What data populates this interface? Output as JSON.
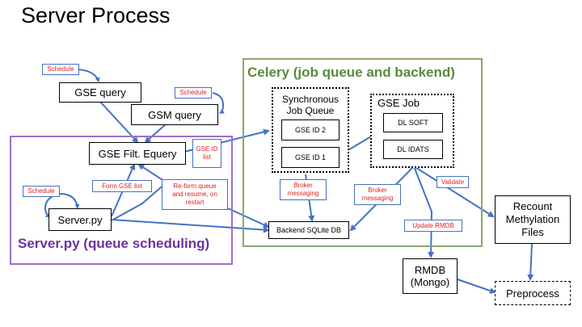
{
  "title": "Server Process",
  "celery": {
    "title": "Celery (job queue and backend)",
    "color": "#70ad47"
  },
  "server_frame": {
    "title": "Server.py (queue scheduling)",
    "color": "#7030a0"
  },
  "nodes": {
    "gse_query": "GSE query",
    "gsm_query": "GSM query",
    "gse_filt": "GSE Filt. Equery",
    "server_py": "Server.py",
    "backend_db": "Backend SQLite DB",
    "rmdb": "RMDB\n(Mongo)",
    "recount": "Recount\nMethylation\nFiles",
    "preprocess": "Preprocess"
  },
  "sync_queue": {
    "title": "Synchronous\nJob Queue",
    "items": [
      "GSE ID 2",
      "GSE ID 1"
    ]
  },
  "gse_job": {
    "title": "GSE Job",
    "items": [
      "DL SOFT",
      "DL IDATS"
    ]
  },
  "labels": {
    "schedule_1": "Schedule",
    "schedule_2": "Schedule",
    "schedule_3": "Schedule",
    "gse_id_list": "GSE ID\nlist",
    "form_gse_list": "Form GSE list",
    "reform": "Re-form queue\nand resume, on\nrestart",
    "broker_1": "Broker\nmessaging",
    "broker_2": "Broker\nmessaging",
    "update_rmdb": "Update RMDB",
    "validate": "Validate"
  },
  "colors": {
    "arrow": "#4472c4",
    "label_text": "#e02020"
  }
}
